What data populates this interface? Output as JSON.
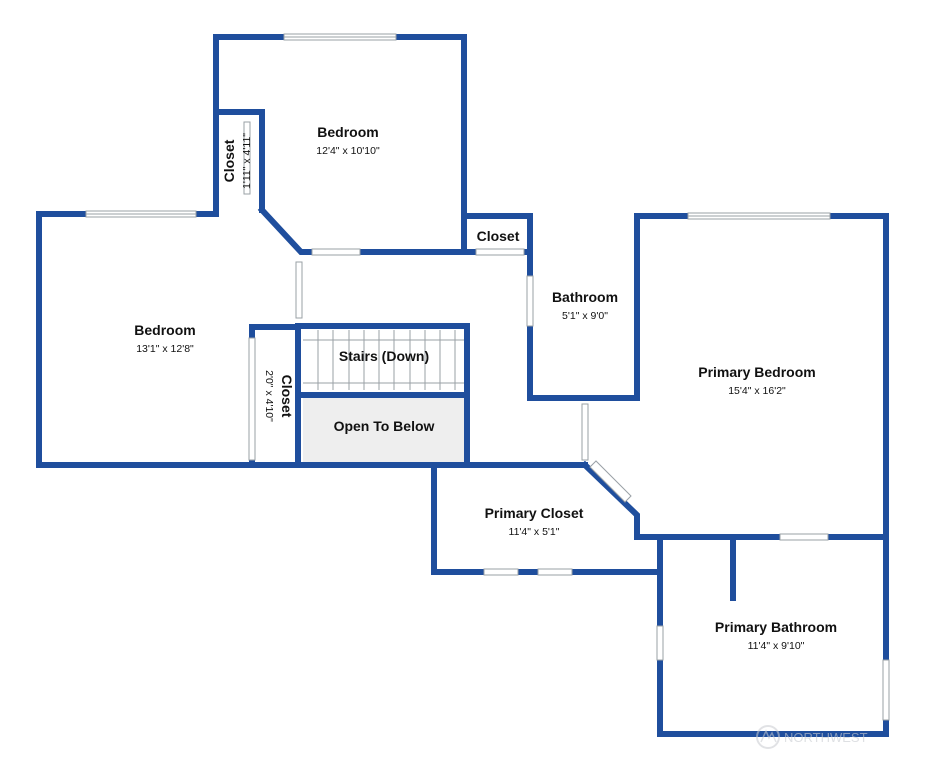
{
  "colors": {
    "wall": "#1f4e9d",
    "open_to_below_fill": "#eeeeee",
    "background": "#ffffff"
  },
  "rooms": {
    "bedroom_top": {
      "name": "Bedroom",
      "dims": "12'4\" x 10'10\""
    },
    "closet_top": {
      "name": "Closet",
      "dims": "1'11\" x 4'11\""
    },
    "bedroom_left": {
      "name": "Bedroom",
      "dims": "13'1\" x 12'8\""
    },
    "closet_mid": {
      "name": "Closet",
      "dims": "2'0\" x 4'10\""
    },
    "closet_small": {
      "name": "Closet"
    },
    "bathroom": {
      "name": "Bathroom",
      "dims": "5'1\" x 9'0\""
    },
    "stairs": {
      "name": "Stairs (Down)"
    },
    "open_to_below": {
      "name": "Open To Below"
    },
    "primary_bedroom": {
      "name": "Primary Bedroom",
      "dims": "15'4\" x 16'2\""
    },
    "primary_closet": {
      "name": "Primary Closet",
      "dims": "11'4\" x 5'1\""
    },
    "primary_bathroom": {
      "name": "Primary Bathroom",
      "dims": "11'4\" x 9'10\""
    }
  },
  "watermark": {
    "text": "NORTHWEST",
    "icon": "nwmls-logo-icon"
  }
}
